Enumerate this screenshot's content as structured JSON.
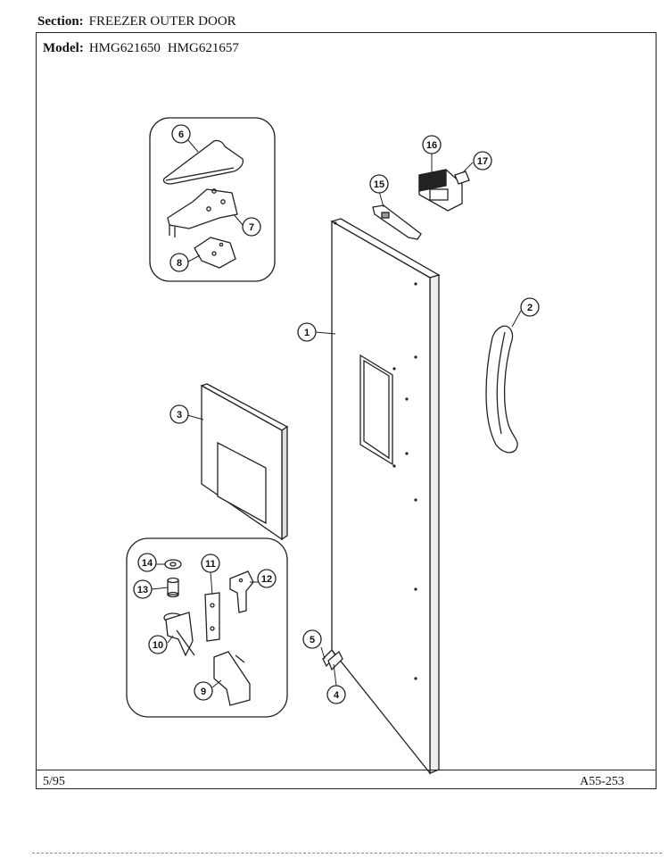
{
  "header": {
    "section_label": "Section:",
    "section_value": "FREEZER OUTER DOOR",
    "model_label": "Model:",
    "model_1": "HMG621650",
    "model_2": "HMG621657"
  },
  "footer": {
    "date": "5/95",
    "code": "A55-253"
  },
  "callouts": [
    "1",
    "2",
    "3",
    "4",
    "5",
    "6",
    "7",
    "8",
    "9",
    "10",
    "11",
    "12",
    "13",
    "14",
    "15",
    "16",
    "17"
  ]
}
